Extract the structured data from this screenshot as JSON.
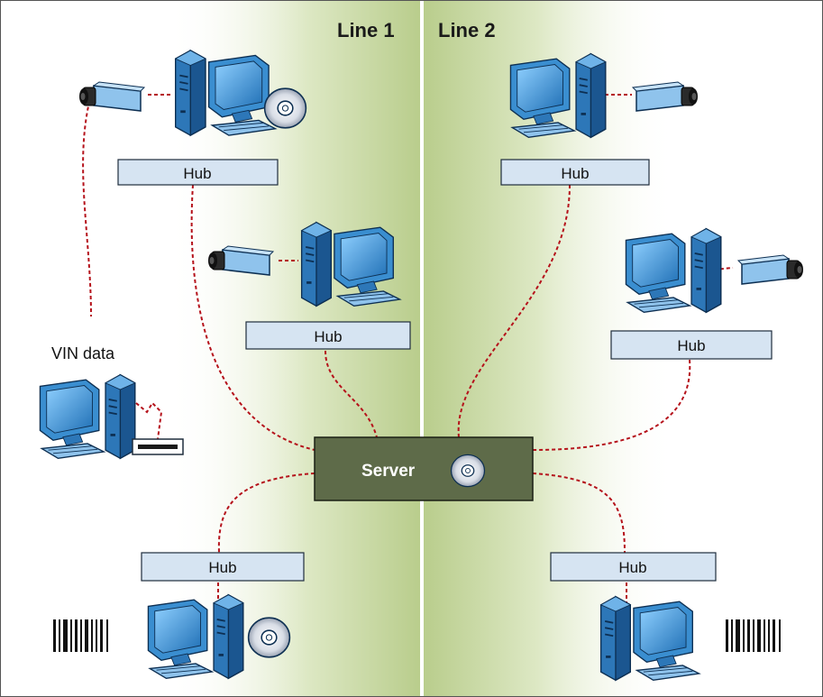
{
  "lines": [
    {
      "label": "Line 1"
    },
    {
      "label": "Line 2"
    }
  ],
  "hub_label": "Hub",
  "server_label": "Server",
  "vin_label": "VIN data",
  "colors": {
    "cable": "#b5121b",
    "hub_fill": "#d6e4f2",
    "server_fill": "#5e6b49",
    "band_green": "#c9d9a4",
    "divider": "#ffffff",
    "computer_blue": "#3e8fd0"
  },
  "nodes": [
    {
      "name": "computer-line1-top",
      "peripheral": "camera + disc"
    },
    {
      "name": "computer-line1-middle",
      "peripheral": "camera"
    },
    {
      "name": "computer-vin",
      "peripheral": "vin terminal"
    },
    {
      "name": "computer-line1-bottom",
      "peripheral": "disc + barcode"
    },
    {
      "name": "computer-line2-top",
      "peripheral": "camera"
    },
    {
      "name": "computer-line2-middle",
      "peripheral": "camera"
    },
    {
      "name": "computer-line2-bottom",
      "peripheral": "barcode"
    }
  ]
}
